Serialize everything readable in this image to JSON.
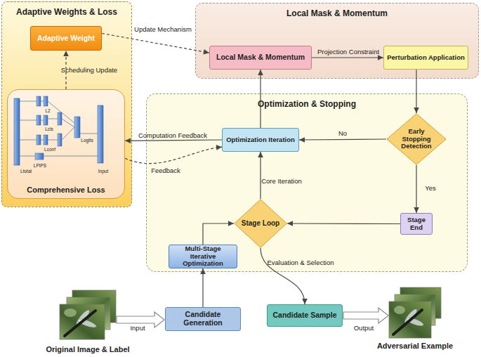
{
  "diagram": {
    "nodes": [
      {
        "text": [
          "Adaptive Weights & Loss"
        ]
      },
      {
        "text": [
          "Adaptive Weight"
        ],
        "in": 0
      },
      {
        "text": [
          "Comprehensive Loss"
        ],
        "in": 0
      },
      {
        "text": [
          "Local Mask & Momentum"
        ]
      },
      {
        "text": [
          "Local Mask & Momentum"
        ],
        "in": 3
      },
      {
        "text": [
          "Perturbation Application"
        ],
        "in": 3
      },
      {
        "text": [
          "Optimization & Stopping"
        ]
      },
      {
        "text": [
          "Optimization Iteration"
        ],
        "in": 6
      },
      {
        "text": [
          "Early Stopping Detection"
        ],
        "in": 6
      },
      {
        "text": [
          "Stage Loop"
        ],
        "in": 6
      },
      {
        "text": [
          "Stage End"
        ],
        "in": 6
      },
      {
        "text": [
          "Multi-Stage Iterative Optimization"
        ],
        "in": 6
      },
      {
        "text": [
          "Original Image & Label"
        ]
      },
      {
        "text": [
          "Candidate Generation"
        ]
      },
      {
        "text": [
          "Candidate Sample"
        ]
      },
      {
        "text": [
          "Adversarial Example"
        ]
      }
    ],
    "edges": [
      {
        "from": 2,
        "to": 1,
        "label": "Scheduling Update",
        "arrow": "to"
      },
      {
        "from": 1,
        "to": 4,
        "label": "Update Mechanism",
        "arrow": "to"
      },
      {
        "from": 4,
        "to": 5,
        "label": "Projection Constraint",
        "arrow": "to"
      },
      {
        "from": 5,
        "to": 8,
        "arrow": "to"
      },
      {
        "from": 8,
        "to": 7,
        "label": "No",
        "arrow": "to"
      },
      {
        "from": 8,
        "to": 10,
        "label": "Yes",
        "arrow": "to"
      },
      {
        "from": 10,
        "to": 9,
        "arrow": "to"
      },
      {
        "from": 9,
        "to": 7,
        "label": "Core Iteration",
        "arrow": "to"
      },
      {
        "from": 7,
        "to": 4,
        "arrow": "to"
      },
      {
        "from": 7,
        "to": 2,
        "label": "Computation Feedback",
        "arrow": "to"
      },
      {
        "from": 2,
        "to": 7,
        "label": "Feedback",
        "arrow": "to"
      },
      {
        "from": 12,
        "to": 13,
        "label": "Input",
        "arrow": "to"
      },
      {
        "from": 13,
        "to": 11,
        "arrow": "to"
      },
      {
        "from": 11,
        "to": 9,
        "arrow": "to"
      },
      {
        "from": 9,
        "to": 14,
        "label": "Evaluation & Selection",
        "arrow": "to"
      },
      {
        "from": 14,
        "to": 15,
        "label": "Output",
        "arrow": "to"
      }
    ],
    "labels": [
      "L2",
      "Lcls",
      "Lconf",
      "Logits",
      "Ltotal",
      "LPIPS",
      "Input"
    ]
  }
}
